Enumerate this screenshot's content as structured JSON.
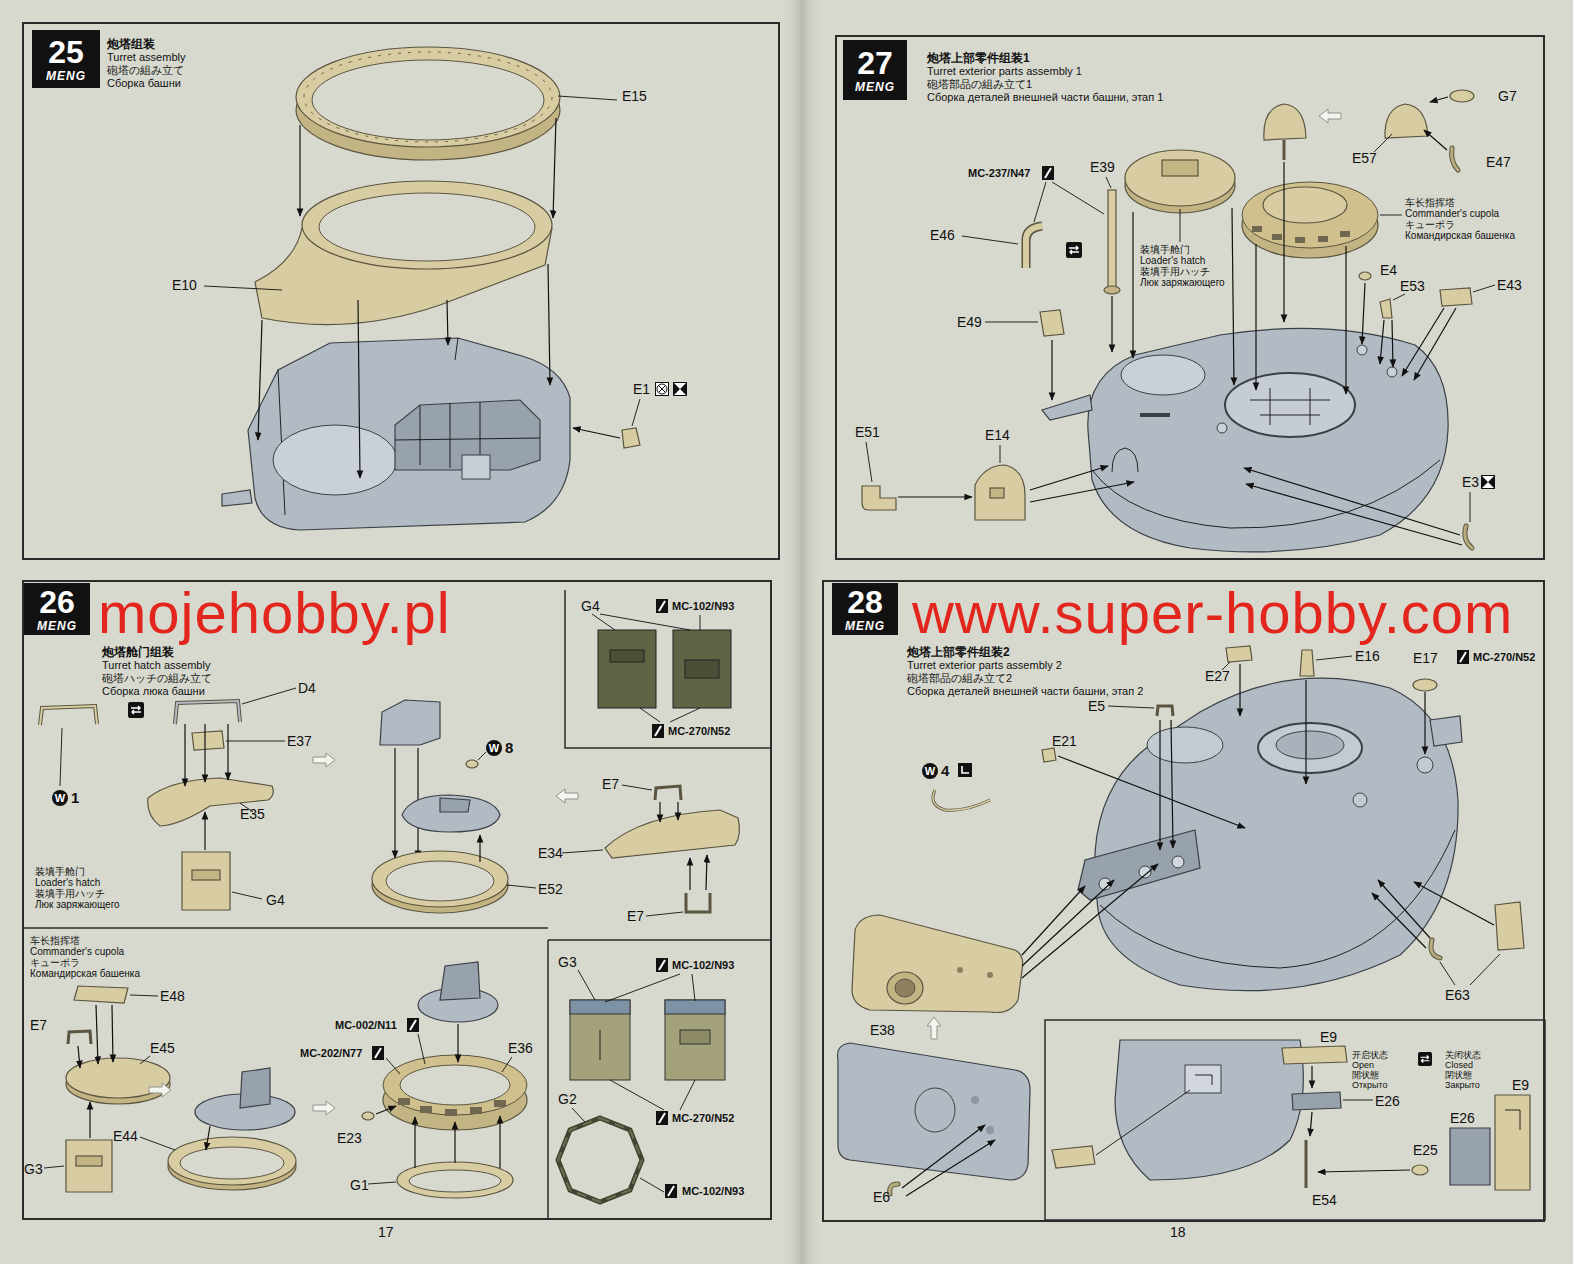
{
  "diagram": {
    "nodes": [
      {
        "text": [
          "炮塔组装",
          "Turret assembly",
          "砲塔の組み立て",
          "Сборка башни"
        ]
      },
      {
        "text": [
          "25",
          "MENG"
        ],
        "in": 0
      },
      {
        "text": [
          "炮塔舱门组装",
          "Turret hatch assembly",
          "砲塔ハッチの組み立て",
          "Сборка люка башни"
        ]
      },
      {
        "text": [
          "26",
          "MENG"
        ],
        "in": 2
      },
      {
        "text": [
          "炮塔上部零件组装1",
          "Turret exterior parts assembly 1",
          "砲塔部品の組み立て1",
          "Сборка деталей внешней части башни, этап 1"
        ]
      },
      {
        "text": [
          "27",
          "MENG"
        ],
        "in": 4
      },
      {
        "text": [
          "炮塔上部零件组装2",
          "Turret exterior parts assembly 2",
          "砲塔部品の組み立て2",
          "Сборка деталей внешней части башни, этап 2"
        ]
      },
      {
        "text": [
          "28",
          "MENG"
        ],
        "in": 6
      }
    ],
    "labels": [
      "E15",
      "E10",
      "E1",
      "D4",
      "E37",
      "W",
      "8",
      "W",
      "1",
      "E35",
      "G4",
      "装填手舱门",
      "Loader's hatch",
      "装填手用ハッチ",
      "Люк заряжающего",
      "G4",
      "MC-102/N93",
      "MC-270/N52",
      "E7",
      "E34",
      "E52",
      "E7",
      "车长指挥塔",
      "Commander's cupola",
      "キューポラ",
      "Командирская башенка",
      "E48",
      "E7",
      "E45",
      "E44",
      "G3",
      "MC-002/N11",
      "MC-202/N77",
      "E36",
      "E23",
      "G1",
      "G3",
      "MC-102/N93",
      "G2",
      "MC-270/N52",
      "MC-102/N93",
      "17",
      "G7",
      "E57",
      "E47",
      "MC-237/N47",
      "E39",
      "车长指挥塔",
      "Commander's cupola",
      "キューポラ",
      "Командирская башенка",
      "E46",
      "装填手舱门",
      "Loader's hatch",
      "装填手用ハッチ",
      "Люк заряжающего",
      "E4",
      "E53",
      "E43",
      "E49",
      "E51",
      "E14",
      "E3",
      "E27",
      "E16",
      "MC-270/N52",
      "E17",
      "E5",
      "E21",
      "W",
      "4",
      "E38",
      "E6",
      "E63",
      "开启状态",
      "Open",
      "開状態",
      "Открыто",
      "关闭状态",
      "Closed",
      "閉状態",
      "Закрыто",
      "E9",
      "E26",
      "E25",
      "E54",
      "E26",
      "E9",
      "18",
      "mojehobby.pl",
      "www.super-hobby.com"
    ]
  }
}
